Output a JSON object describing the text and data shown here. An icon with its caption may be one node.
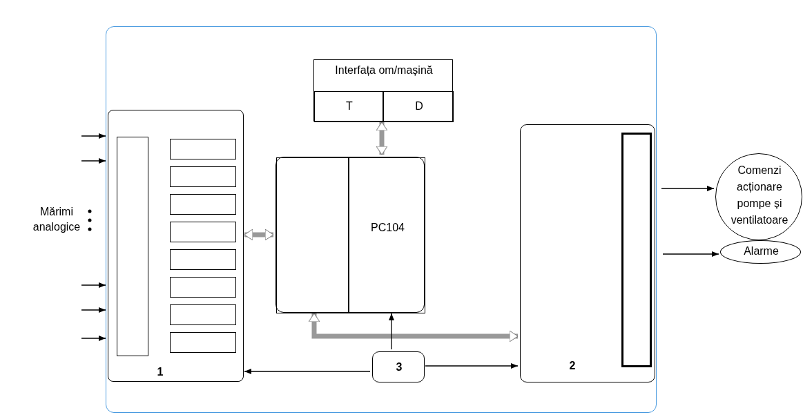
{
  "diagram": {
    "nodes": [
      {
        "text": [],
        "shape": "box"
      },
      {
        "text": [
          "Interfața om/mașină"
        ],
        "in": 0
      },
      {
        "text": [
          "T"
        ],
        "in": 1
      },
      {
        "text": [
          "D"
        ],
        "in": 1
      },
      {
        "text": [
          "1"
        ],
        "in": 0
      },
      {
        "text": [],
        "shape": "bar",
        "in": 4
      },
      {
        "text": [],
        "shape": "box",
        "in": 4
      },
      {
        "text": [],
        "shape": "box",
        "in": 4
      },
      {
        "text": [],
        "shape": "box",
        "in": 4
      },
      {
        "text": [],
        "shape": "box",
        "in": 4
      },
      {
        "text": [],
        "shape": "box",
        "in": 4
      },
      {
        "text": [],
        "shape": "box",
        "in": 4
      },
      {
        "text": [],
        "shape": "box",
        "in": 4
      },
      {
        "text": [],
        "shape": "box",
        "in": 4
      },
      {
        "text": [],
        "shape": "box",
        "in": 0
      },
      {
        "text": [],
        "shape": "box",
        "in": 14
      },
      {
        "text": [
          "PC104"
        ],
        "in": 14
      },
      {
        "text": [
          "2"
        ],
        "in": 0
      },
      {
        "text": [],
        "shape": "bar",
        "in": 17
      },
      {
        "text": [
          "3"
        ],
        "in": 0
      },
      {
        "text": [
          "Comenzi acționare pompe și ventilatoare"
        ]
      },
      {
        "text": [
          "Alarme"
        ]
      }
    ],
    "edges": [
      {
        "from": 1,
        "to": 14,
        "arrow": "both",
        "style": "thick",
        "color": "#999999"
      },
      {
        "from": 4,
        "to": 15,
        "arrow": "both",
        "style": "thick",
        "color": "#999999"
      },
      {
        "from": 15,
        "to": 17,
        "arrow": "both",
        "style": "thick",
        "color": "#999999"
      },
      {
        "from": 19,
        "to": 16,
        "arrow": "to"
      },
      {
        "from": 19,
        "to": 4,
        "arrow": "to"
      },
      {
        "from": 19,
        "to": 17,
        "arrow": "to"
      },
      {
        "from": 17,
        "to": 20,
        "arrow": "to"
      },
      {
        "from": 17,
        "to": 21,
        "arrow": "to"
      },
      {
        "from": null,
        "to": 4,
        "arrow": "to"
      },
      {
        "from": null,
        "to": 4,
        "arrow": "to"
      },
      {
        "from": null,
        "to": 4,
        "arrow": "to"
      },
      {
        "from": null,
        "to": 4,
        "arrow": "to"
      },
      {
        "from": null,
        "to": 4,
        "arrow": "to"
      }
    ],
    "labels": [
      "Mărimi analogice"
    ]
  }
}
